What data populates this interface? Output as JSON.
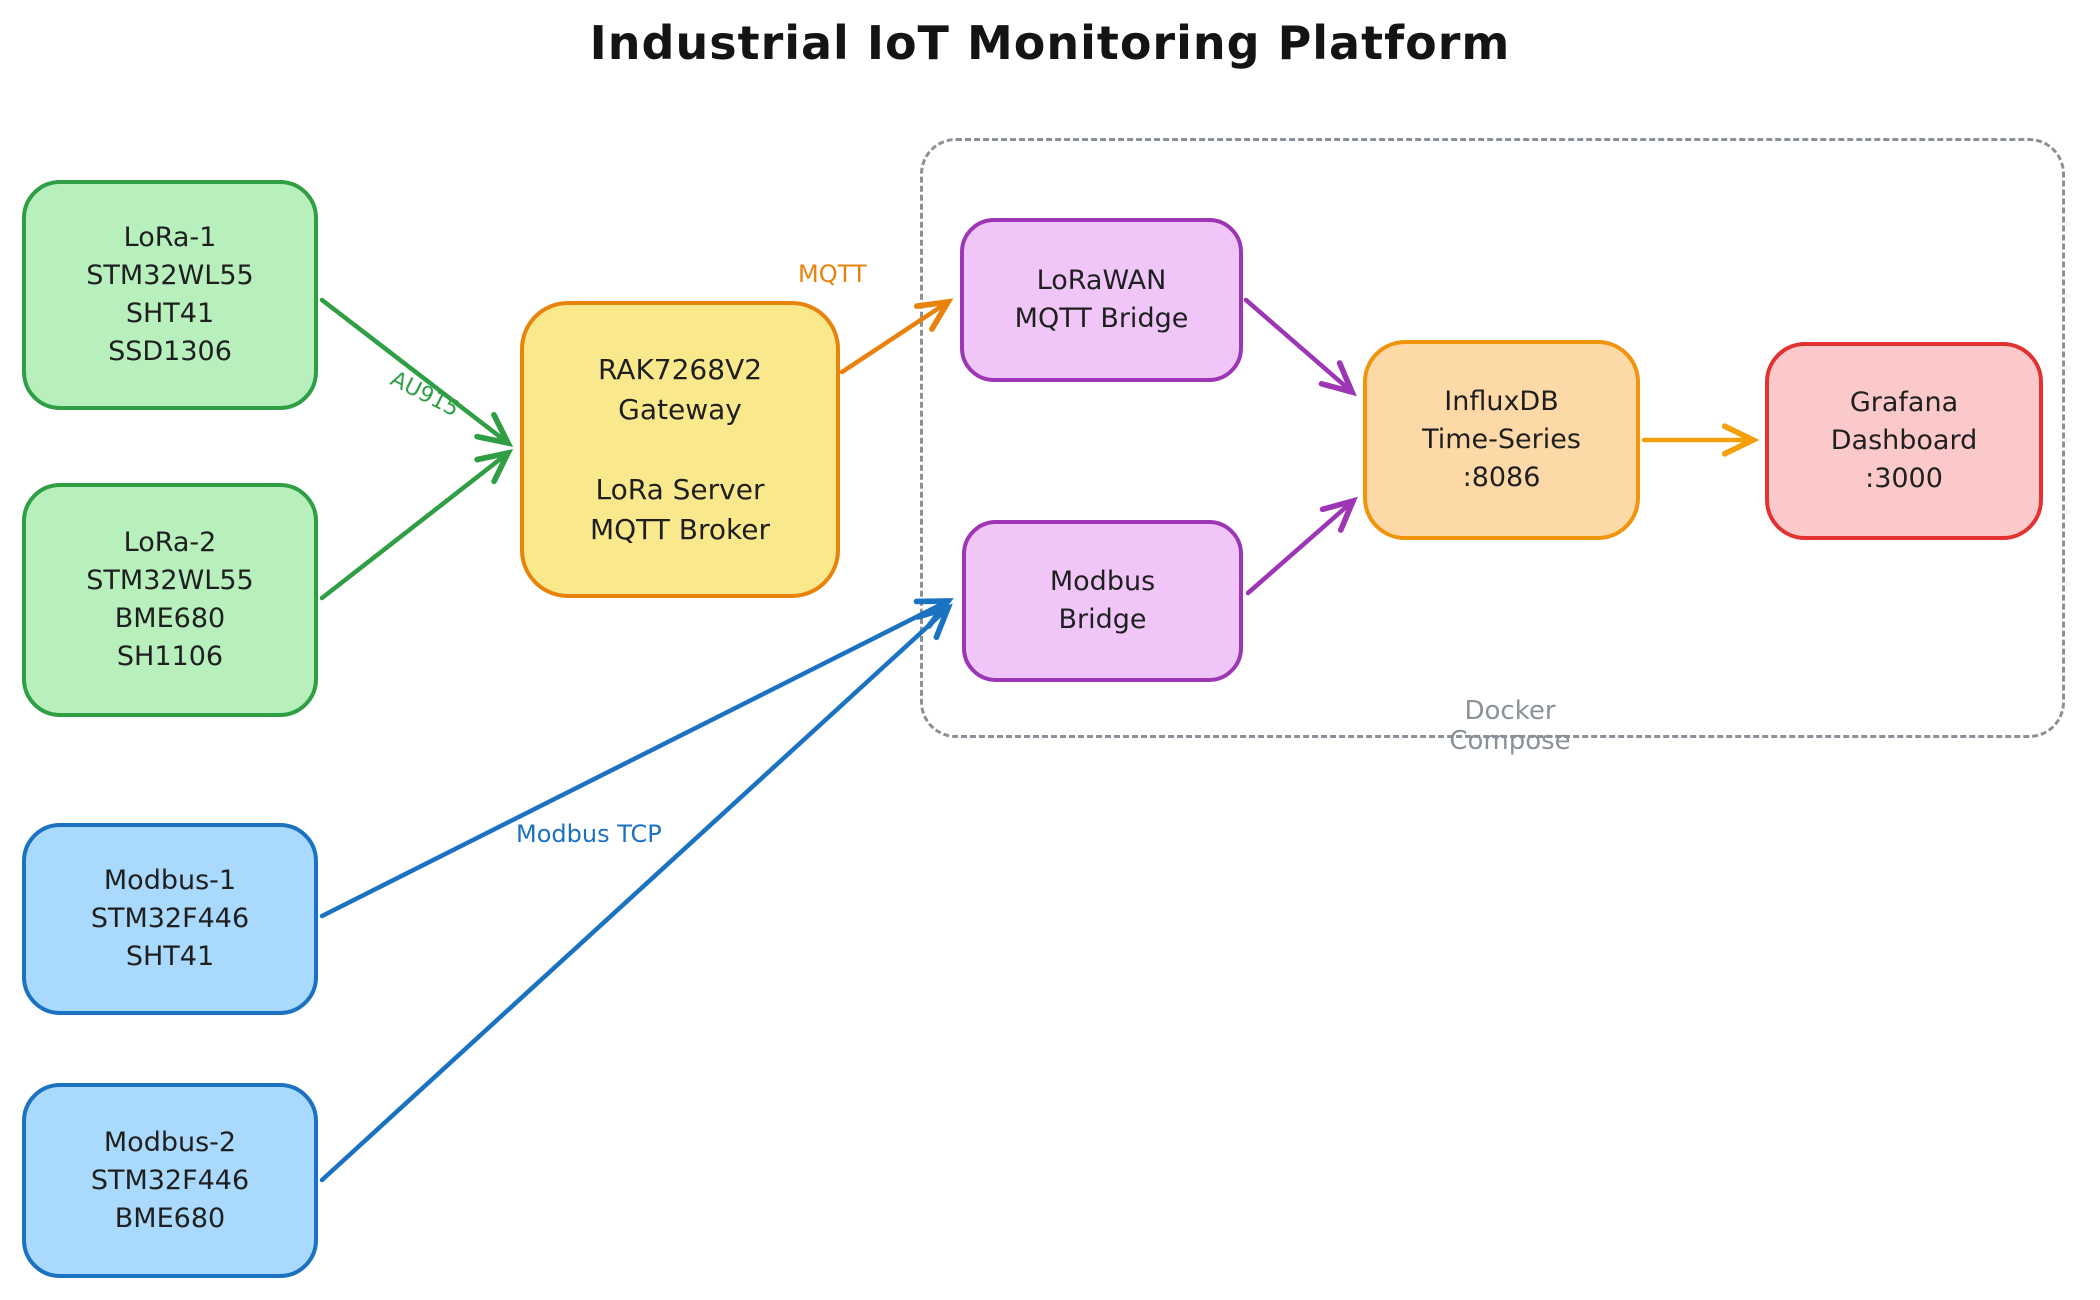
{
  "title": "Industrial IoT Monitoring Platform",
  "nodes": {
    "lora1": {
      "lines": [
        "LoRa-1",
        "STM32WL55",
        "SHT41",
        "SSD1306"
      ]
    },
    "lora2": {
      "lines": [
        "LoRa-2",
        "STM32WL55",
        "BME680",
        "SH1106"
      ]
    },
    "modbus1": {
      "lines": [
        "Modbus-1",
        "STM32F446",
        "SHT41"
      ]
    },
    "modbus2": {
      "lines": [
        "Modbus-2",
        "STM32F446",
        "BME680"
      ]
    },
    "gateway": {
      "lines": [
        "RAK7268V2",
        "Gateway",
        "",
        "LoRa Server",
        "MQTT Broker"
      ]
    },
    "lorawan_bridge": {
      "lines": [
        "LoRaWAN",
        "MQTT Bridge"
      ]
    },
    "modbus_bridge": {
      "lines": [
        "Modbus",
        "Bridge"
      ]
    },
    "influxdb": {
      "lines": [
        "InfluxDB",
        "Time-Series",
        ":8086"
      ]
    },
    "grafana": {
      "lines": [
        "Grafana",
        "Dashboard",
        ":3000"
      ]
    }
  },
  "container": {
    "label": "Docker Compose"
  },
  "edge_labels": {
    "au915": "AU915",
    "mqtt": "MQTT",
    "modbus_tcp": "Modbus TCP"
  },
  "colors": {
    "green_border": "#2f9e44",
    "green_fill": "#b7f0bd",
    "blue_border": "#1b72c0",
    "blue_fill": "#a9d9fd",
    "yellow_border": "#e8830c",
    "yellow_fill": "#fae98c",
    "purple_border": "#9c36b5",
    "purple_fill": "#f0c6f8",
    "orange_border": "#ef940b",
    "orange_fill": "#fed9a8",
    "red_border": "#e23232",
    "red_fill": "#fbc9c9",
    "dashed_gray": "#8a9199",
    "text": "#1f1f1f"
  }
}
